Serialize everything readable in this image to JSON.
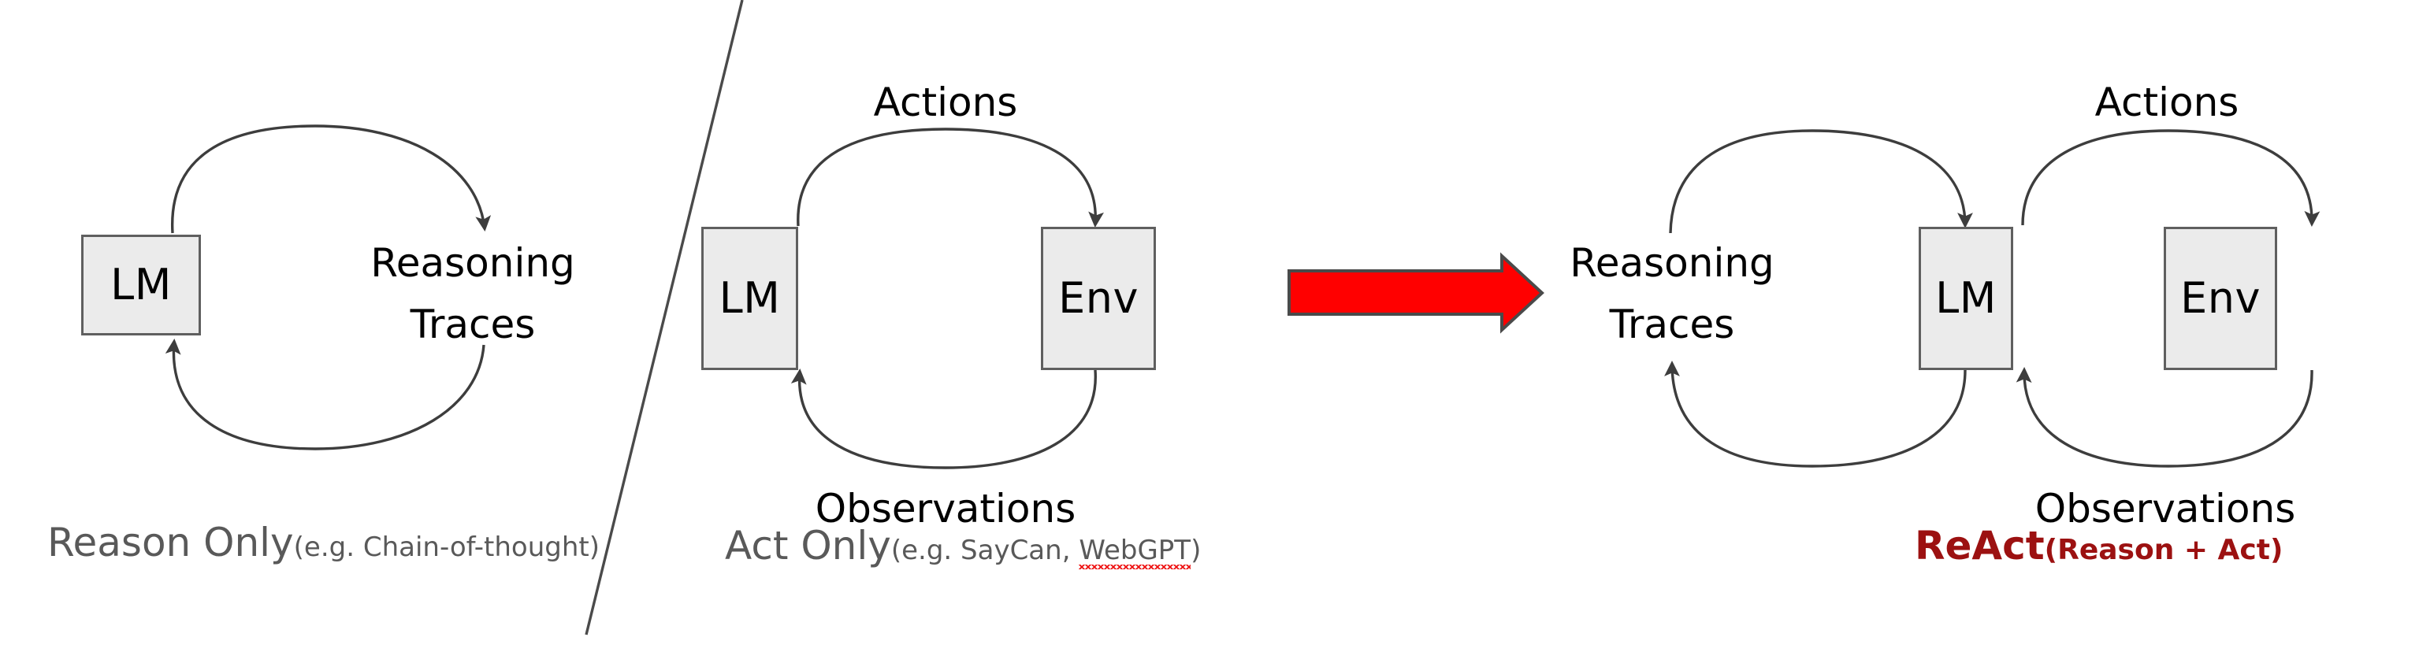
{
  "figure": {
    "title": "ReAct paradigm comparison diagram",
    "background": "#ffffff",
    "box_fill": "#ebebeb",
    "box_stroke": "#5f5f5f",
    "arrow_stroke": "#3d3d3d",
    "caption_color": "#595959",
    "react_color": "#9c1111",
    "big_arrow_fill": "#ff0000",
    "big_arrow_stroke": "#4a4a4a"
  },
  "panels": [
    {
      "id": "reason-only",
      "nodes": [
        {
          "id": "lm",
          "label": "LM"
        }
      ],
      "edge_labels": [
        {
          "id": "reasoning-traces",
          "line1": "Reasoning",
          "line2": "Traces"
        }
      ],
      "caption": {
        "main": "Reason Only",
        "sub": "(e.g. Chain-of-thought)",
        "misspelled": ""
      }
    },
    {
      "id": "act-only",
      "nodes": [
        {
          "id": "lm",
          "label": "LM"
        },
        {
          "id": "env",
          "label": "Env"
        }
      ],
      "edge_labels": [
        {
          "id": "actions",
          "line1": "Actions",
          "line2": ""
        },
        {
          "id": "observations",
          "line1": "Observations",
          "line2": ""
        }
      ],
      "caption": {
        "main": "Act Only",
        "sub_before": "(e.g. SayCan, ",
        "misspelled": "WebGPT",
        "sub_after": ")"
      }
    },
    {
      "id": "react",
      "nodes": [
        {
          "id": "lm",
          "label": "LM"
        },
        {
          "id": "env",
          "label": "Env"
        }
      ],
      "edge_labels": [
        {
          "id": "reasoning-traces",
          "line1": "Reasoning",
          "line2": "Traces"
        },
        {
          "id": "actions",
          "line1": "Actions",
          "line2": ""
        },
        {
          "id": "observations",
          "line1": "Observations",
          "line2": ""
        }
      ],
      "caption": {
        "main": "ReAct",
        "sub": "(Reason + Act)",
        "misspelled": ""
      }
    }
  ]
}
